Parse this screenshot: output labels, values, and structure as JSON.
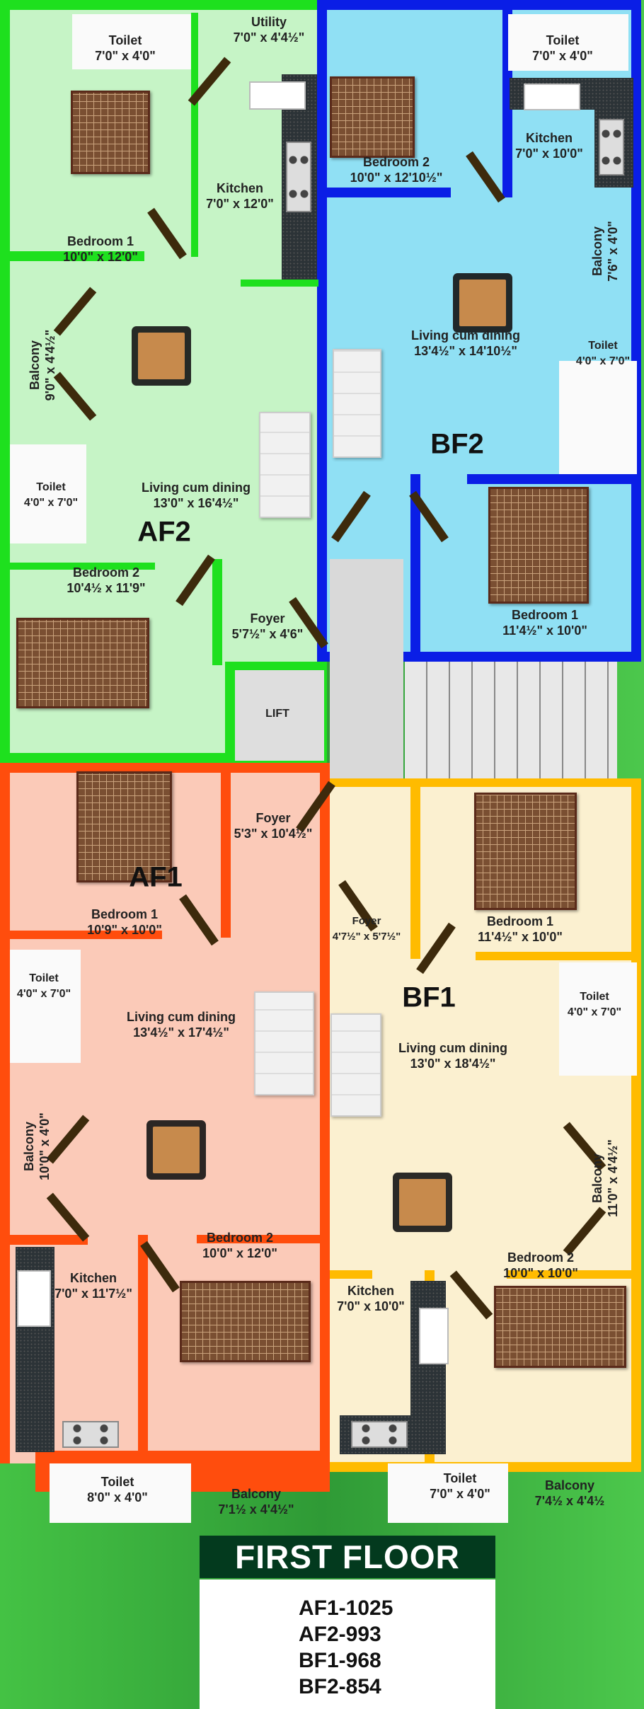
{
  "units": {
    "af2": {
      "name": "AF2",
      "rooms": [
        {
          "name": "Toilet",
          "dim": "7'0\" x 4'0\""
        },
        {
          "name": "Utility",
          "dim": "7'0\" x 4'4½\""
        },
        {
          "name": "Kitchen",
          "dim": "7'0\" x 12'0\""
        },
        {
          "name": "Bedroom 1",
          "dim": "10'0\" x 12'0\""
        },
        {
          "name": "Balcony",
          "dim": "9'0\" x 4'4½\""
        },
        {
          "name": "Living cum dining",
          "dim": "13'0\" x 16'4½\""
        },
        {
          "name": "Toilet",
          "dim": "4'0\" x 7'0\""
        },
        {
          "name": "Bedroom 2",
          "dim": "10'4½ x 11'9\""
        },
        {
          "name": "Foyer",
          "dim": "5'7½\" x 4'6\""
        }
      ]
    },
    "bf2": {
      "name": "BF2",
      "rooms": [
        {
          "name": "Toilet",
          "dim": "7'0\" x 4'0\""
        },
        {
          "name": "Bedroom 2",
          "dim": "10'0\" x 12'10½\""
        },
        {
          "name": "Kitchen",
          "dim": "7'0\" x 10'0\""
        },
        {
          "name": "Balcony",
          "dim": "7'6\" x 4'0\""
        },
        {
          "name": "Living cum dining",
          "dim": "13'4½\" x 14'10½\""
        },
        {
          "name": "Toilet",
          "dim": "4'0\" x 7'0\""
        },
        {
          "name": "Bedroom 1",
          "dim": "11'4½\" x 10'0\""
        }
      ]
    },
    "af1": {
      "name": "AF1",
      "rooms": [
        {
          "name": "Bedroom 1",
          "dim": "10'9\" x 10'0\""
        },
        {
          "name": "Foyer",
          "dim": "5'3\" x 10'4½\""
        },
        {
          "name": "Toilet",
          "dim": "4'0\" x 7'0\""
        },
        {
          "name": "Living cum dining",
          "dim": "13'4½\" x 17'4½\""
        },
        {
          "name": "Balcony",
          "dim": "10'0\" x 4'0\""
        },
        {
          "name": "Bedroom 2",
          "dim": "10'0\" x 12'0\""
        },
        {
          "name": "Kitchen",
          "dim": "7'0\" x 11'7½\""
        },
        {
          "name": "Toilet",
          "dim": "8'0\" x 4'0\""
        },
        {
          "name": "Balcony",
          "dim": "7'1½ x 4'4½\""
        }
      ]
    },
    "bf1": {
      "name": "BF1",
      "rooms": [
        {
          "name": "Foyer",
          "dim": "4'7½\" x 5'7½\""
        },
        {
          "name": "Bedroom 1",
          "dim": "11'4½\" x 10'0\""
        },
        {
          "name": "Toilet",
          "dim": "4'0\" x 7'0\""
        },
        {
          "name": "Living cum dining",
          "dim": "13'0\" x 18'4½\""
        },
        {
          "name": "Balcony",
          "dim": "11'0\" x 4'4½\""
        },
        {
          "name": "Bedroom 2",
          "dim": "10'0\" x 10'0\""
        },
        {
          "name": "Kitchen",
          "dim": "7'0\" x 10'0\""
        },
        {
          "name": "Toilet",
          "dim": "7'0\" x 4'0\""
        },
        {
          "name": "Balcony",
          "dim": "7'4½ x 4'4½"
        }
      ]
    }
  },
  "common": {
    "lift": "LIFT"
  },
  "legend": {
    "title": "FIRST FLOOR",
    "areas": [
      "AF1-1025",
      "AF2-993",
      "BF1-968",
      "BF2-854"
    ]
  },
  "colors": {
    "af2_wall": "#1ee01e",
    "af2_fill": "#c6f4c6",
    "bf2_wall": "#0a1ee6",
    "bf2_fill": "#90e0f4",
    "af1_wall": "#ff4d0d",
    "af1_fill": "#fbcab8",
    "bf1_wall": "#ffbb00",
    "bf1_fill": "#fbf0d0",
    "title_bg": "#033a1e"
  }
}
